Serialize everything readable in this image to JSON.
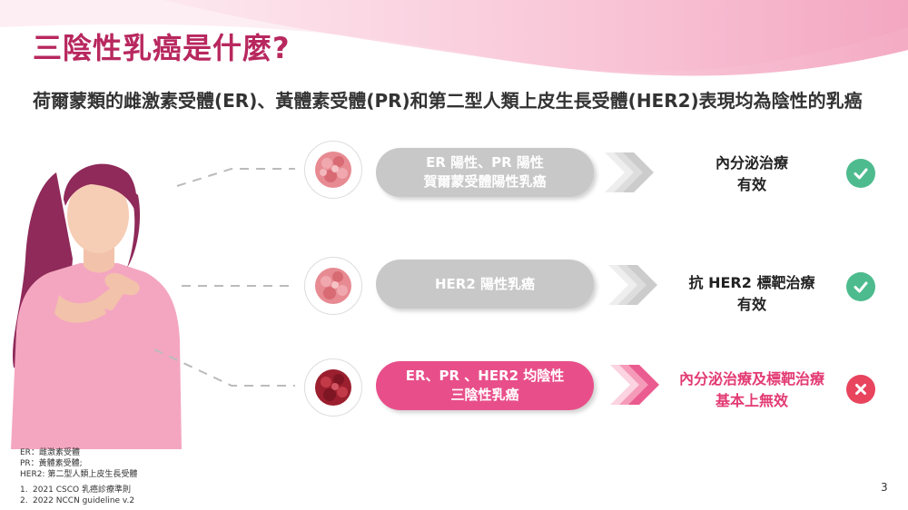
{
  "title": "三陰性乳癌是什麼?",
  "subtitle": "荷爾蒙類的雌激素受體(ER)、黃體素受體(PR)和第二型人類上皮生長受體(HER2)表現均為陰性的乳癌",
  "rows": [
    {
      "label_lines": [
        "ER 陽性、PR 陽性",
        "賀爾蒙受體陽性乳癌"
      ],
      "outcome_lines": [
        "內分泌治療",
        "有效"
      ],
      "status": "check-icon",
      "highlight": false
    },
    {
      "label_lines": [
        "HER2 陽性乳癌"
      ],
      "outcome_lines": [
        "抗 HER2 標靶治療",
        "有效"
      ],
      "status": "check-icon",
      "highlight": false
    },
    {
      "label_lines": [
        "ER、PR 、HER2 均陰性",
        "三陰性乳癌"
      ],
      "outcome_lines": [
        "內分泌治療及標靶治療",
        "基本上無效"
      ],
      "status": "cross-icon",
      "highlight": true
    }
  ],
  "footnotes": {
    "abbreviations": [
      "ER：雌激素受體",
      "PR：黃體素受體;",
      "HER2: 第二型人類上皮生長受體"
    ],
    "references": [
      {
        "num": "1.",
        "text": "2021 CSCO 乳癌診療準則"
      },
      {
        "num": "2.",
        "text": "2022 NCCN guideline v.2"
      }
    ]
  },
  "page_number": "3",
  "colors": {
    "title": "#b8285f",
    "highlight_pill": "#e84f8a",
    "neutral_pill": "#c8c8c8",
    "check": "#4dbb8e",
    "cross": "#e8445e",
    "negative_text": "#e23a73"
  }
}
